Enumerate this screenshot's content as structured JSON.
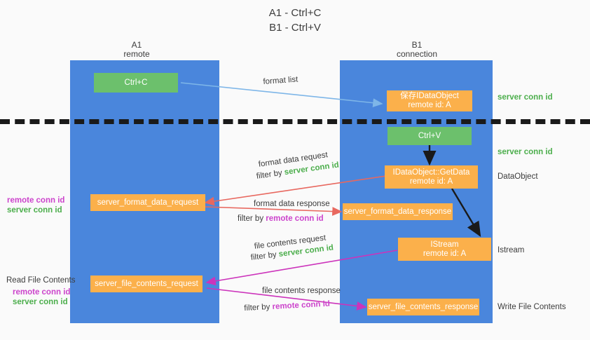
{
  "title": {
    "line1": "A1 - Ctrl+C",
    "line2": "B1 - Ctrl+V"
  },
  "lanes": [
    {
      "id": "a1",
      "name": "A1",
      "sub": "remote"
    },
    {
      "id": "b1",
      "name": "B1",
      "sub": "connection"
    }
  ],
  "boxes": {
    "ctrl_c": {
      "label": "Ctrl+C"
    },
    "dataobject_store": {
      "line1": "保存IDataObject",
      "line2": "remote id: A"
    },
    "ctrl_v": {
      "label": "Ctrl+V"
    },
    "getdata": {
      "line1": "IDataObject::GetData",
      "line2": "remote id: A"
    },
    "istream": {
      "line1": "IStream",
      "line2": "remote id: A"
    },
    "server_format_data_request": {
      "label": "server_format_data_request"
    },
    "server_format_data_response": {
      "label": "server_format_data_response"
    },
    "server_file_contents_request": {
      "label": "server_file_contents_request"
    },
    "server_file_contents_response": {
      "label": "server_file_contents_response"
    }
  },
  "edge_labels": {
    "format_list": "format list",
    "format_data_request": "format data request",
    "format_data_response": "format data response",
    "file_contents_request": "file contents request",
    "file_contents_response": "file contents response",
    "filter_by": "filter by ",
    "server_conn_id": "server conn id",
    "remote_conn_id": "remote conn id"
  },
  "right_labels": {
    "server_conn_id_top": "server conn id",
    "server_conn_id_mid": "server conn id",
    "dataobject": "DataObject",
    "istream": "Istream",
    "write_file_contents": "Write File Contents"
  },
  "left_labels": {
    "remote_conn_id_1": "remote conn id",
    "server_conn_id_1": "server conn id",
    "read_file_contents": "Read File Contents",
    "remote_conn_id_2": "remote conn id",
    "server_conn_id_2": "server conn id"
  },
  "colors": {
    "lane": "#4a86dc",
    "green_box": "#6cc06c",
    "orange_box": "#fbb04b",
    "blue_arrow": "#7eb6e8",
    "red_arrow": "#e8685f",
    "magenta_arrow": "#cc33bb",
    "black_arrow": "#1a1a1a",
    "green_text": "#4cae4c",
    "magenta_text": "#cc44cc"
  }
}
